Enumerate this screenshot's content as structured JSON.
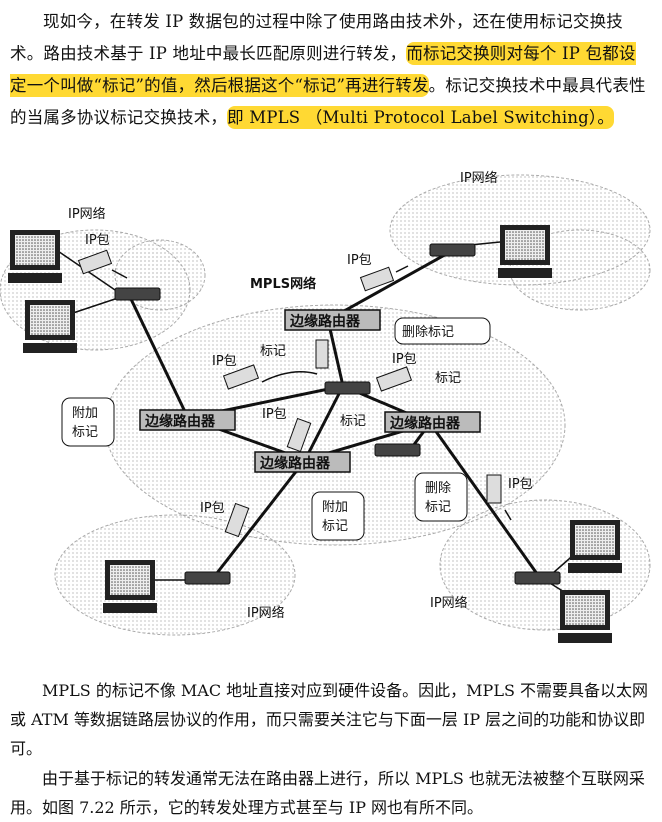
{
  "intro": {
    "s1": "现如今，在转发 IP 数据包的过程中除了使用路由技术外，还在使用标记交换技术。路由技术基于 IP 地址中最长匹配原则进行转发，",
    "h1": "而标记交换则对每个 IP 包都设定一个叫做“标记”的值，然后根据这个“标记”再进行转发",
    "s2": "。标记交换技术中最具代表性的当属多协议标记交换技术，",
    "h2": "即 MPLS （Multi Protocol Label Switching）。"
  },
  "figure": {
    "net_top_left": "IP网络",
    "net_top_right": "IP网络",
    "net_bottom_left": "IP网络",
    "net_bottom_right": "IP网络",
    "mpls_net": "MPLS网络",
    "ip_packet": "IP包",
    "label": "标记",
    "edge_router": "边缘路由器",
    "add_label": "附加标记",
    "remove_label": "删除标记",
    "remove_label_callout": "删除标记"
  },
  "body": {
    "p1": "MPLS 的标记不像 MAC 地址直接对应到硬件设备。因此，MPLS 不需要具备以太网或 ATM 等数据链路层协议的作用，而只需要关注它与下面一层 IP 层之间的功能和协议即可。",
    "p2": "由于基于标记的转发通常无法在路由器上进行，所以 MPLS 也就无法被整个互联网采用。如图 7.22 所示，它的转发处理方式甚至与 IP 网也有所不同。"
  }
}
